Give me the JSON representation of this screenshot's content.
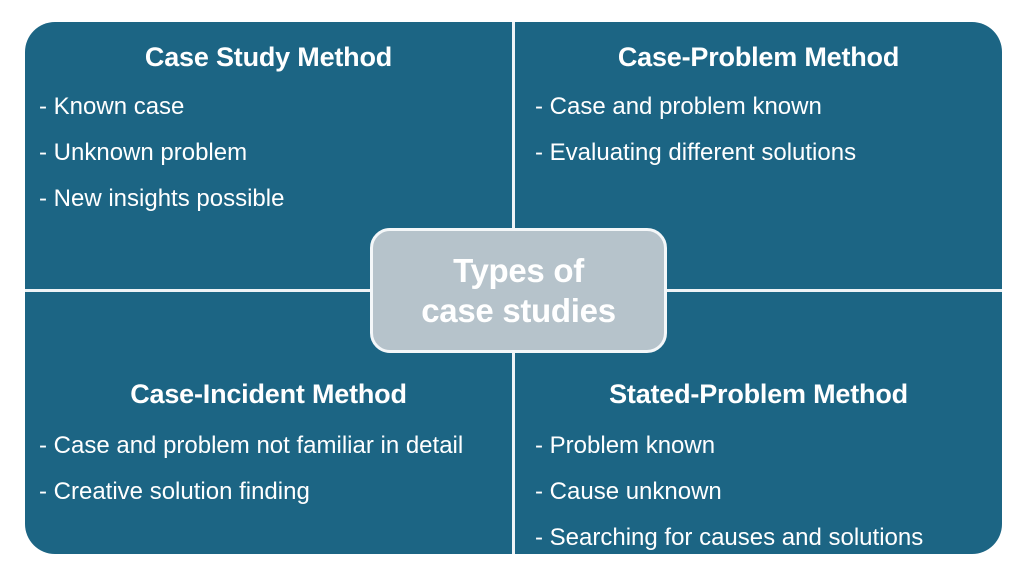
{
  "diagram": {
    "center": {
      "label": "Types of\ncase studies"
    },
    "colors": {
      "panel_teal": "#1C6584",
      "divider": "#EEF3F6",
      "center_fill": "#B6C3CB",
      "center_border": "#F4F7F9",
      "text": "#FFFFFF",
      "page_background": "#FFFFFF"
    },
    "quadrants": [
      {
        "position": "top-left",
        "title": "Case Study Method",
        "items": [
          "- Known case",
          "- Unknown problem",
          "- New insights possible"
        ]
      },
      {
        "position": "top-right",
        "title": "Case-Problem Method",
        "items": [
          "- Case and problem known",
          "- Evaluating different solutions"
        ]
      },
      {
        "position": "bottom-left",
        "title": "Case-Incident Method",
        "items": [
          "- Case and problem not familiar in detail",
          "- Creative solution finding"
        ]
      },
      {
        "position": "bottom-right",
        "title": "Stated-Problem Method",
        "items": [
          "- Problem known",
          "- Cause unknown",
          "- Searching for causes and solutions"
        ]
      }
    ]
  }
}
